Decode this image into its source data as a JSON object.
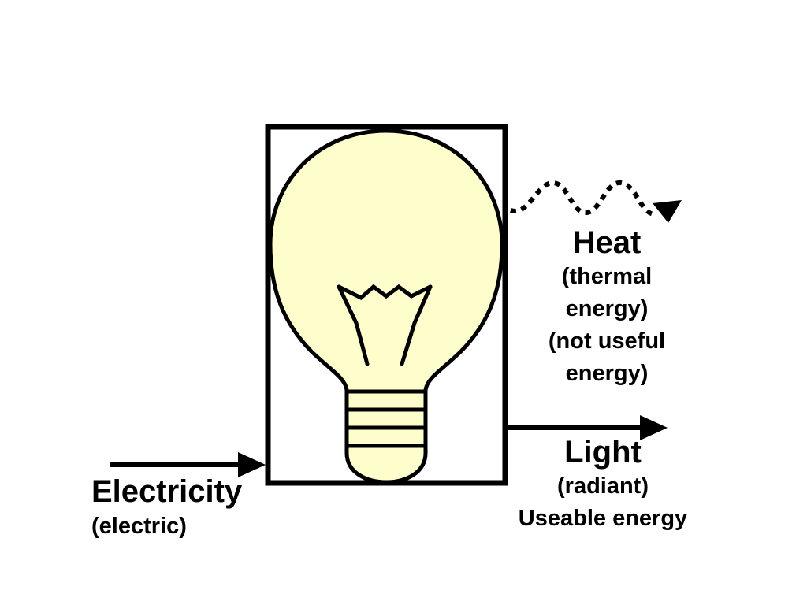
{
  "colors": {
    "bulb_fill": "#fefecd",
    "stroke": "#000000",
    "background": "#ffffff"
  },
  "heat": {
    "title": "Heat",
    "lines": [
      "(thermal",
      "energy)",
      "(not useful",
      "energy)"
    ]
  },
  "light": {
    "title": "Light",
    "lines": [
      "(radiant)",
      "Useable energy"
    ]
  },
  "electricity": {
    "title": "Electricity",
    "lines": [
      "(electric)"
    ]
  }
}
